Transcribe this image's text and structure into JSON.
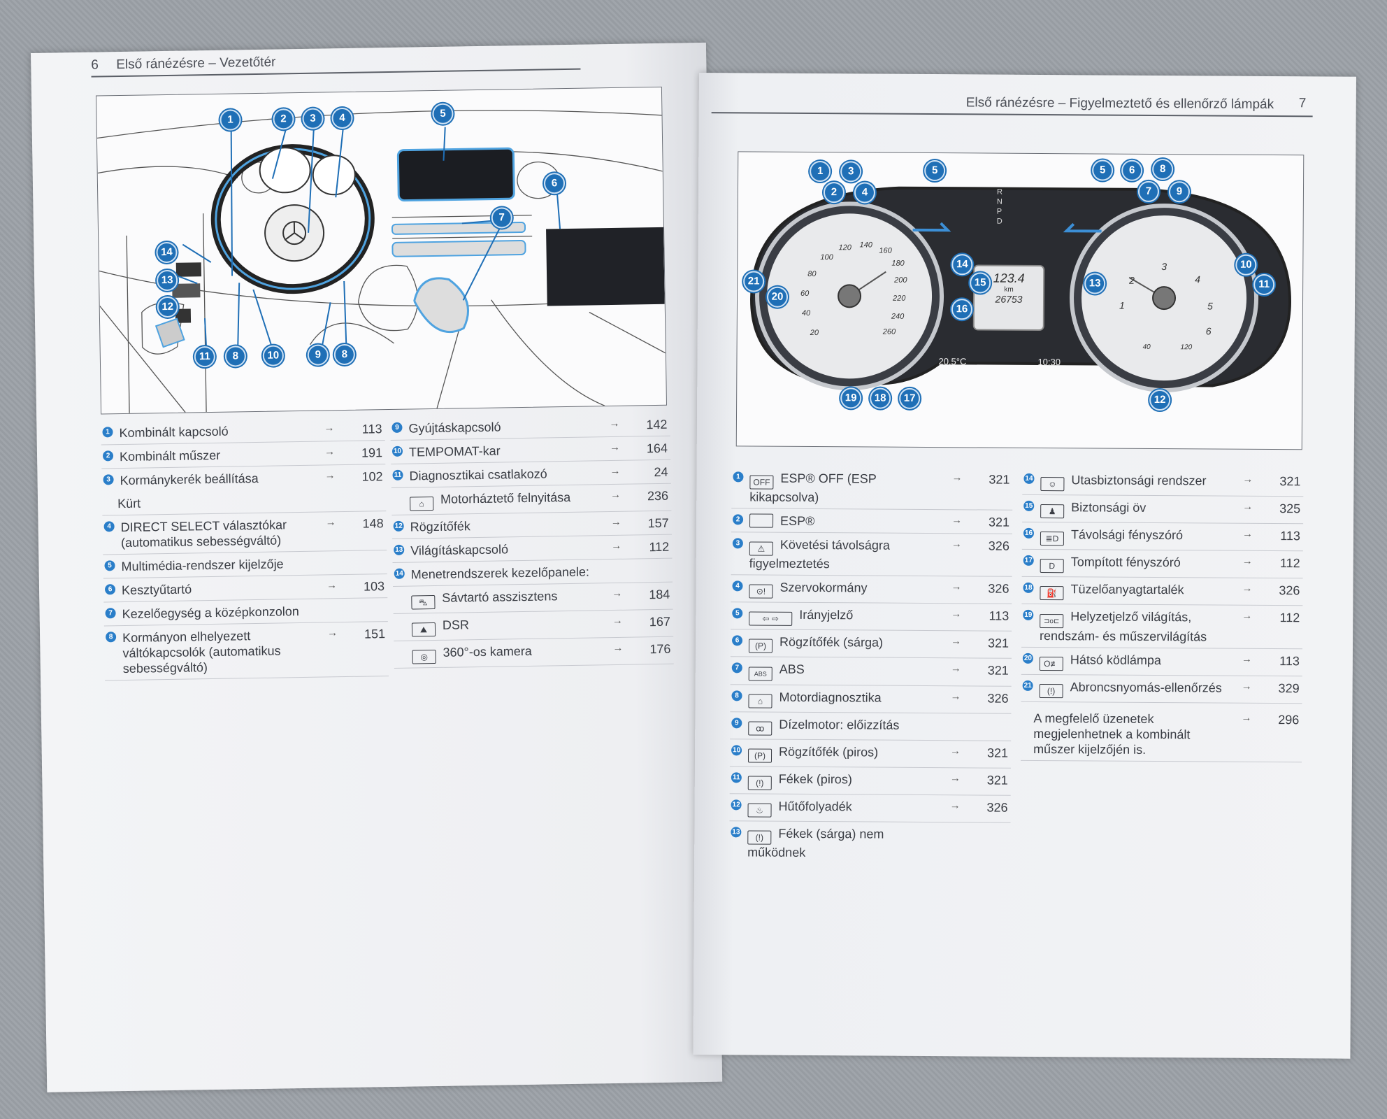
{
  "left_page": {
    "page_number": "6",
    "header_title": "Első ránézésre – Vezetőtér",
    "figure": {
      "callouts": [
        "1",
        "2",
        "3",
        "4",
        "5",
        "6",
        "7",
        "8",
        "9",
        "10",
        "11",
        "12",
        "13",
        "14"
      ]
    },
    "col1": [
      {
        "num": "1",
        "text": "Kombinált kapcsoló",
        "arrow": "→",
        "page": "113"
      },
      {
        "num": "2",
        "text": "Kombinált műszer",
        "arrow": "→",
        "page": "191"
      },
      {
        "num": "3",
        "text": "Kormánykerék beállítása",
        "arrow": "→",
        "page": "102"
      },
      {
        "num": "",
        "text": "Kürt",
        "arrow": "",
        "page": ""
      },
      {
        "num": "4",
        "text": "DIRECT SELECT választókar (automatikus sebességváltó)",
        "arrow": "→",
        "page": "148"
      },
      {
        "num": "5",
        "text": "Multimédia-rendszer kijelzője",
        "arrow": "",
        "page": ""
      },
      {
        "num": "6",
        "text": "Kesztyűtartó",
        "arrow": "→",
        "page": "103"
      },
      {
        "num": "7",
        "text": "Kezelőegység a középkonzolon",
        "arrow": "",
        "page": ""
      },
      {
        "num": "8",
        "text": "Kormányon elhelyezett váltókapcsolók (automatikus sebességváltó)",
        "arrow": "→",
        "page": "151"
      }
    ],
    "col2": [
      {
        "num": "9",
        "text": "Gyújtáskapcsoló",
        "arrow": "→",
        "page": "142",
        "sym": ""
      },
      {
        "num": "10",
        "text": "TEMPOMAT-kar",
        "arrow": "→",
        "page": "164",
        "sym": ""
      },
      {
        "num": "11",
        "text": "Diagnosztikai csatlakozó",
        "arrow": "→",
        "page": "24",
        "sym": ""
      },
      {
        "num": "",
        "text": "Motorháztető felnyitása",
        "arrow": "→",
        "page": "236",
        "sym": "car-hood-icon"
      },
      {
        "num": "12",
        "text": "Rögzítőfék",
        "arrow": "→",
        "page": "157",
        "sym": ""
      },
      {
        "num": "13",
        "text": "Világításkapcsoló",
        "arrow": "→",
        "page": "112",
        "sym": ""
      },
      {
        "num": "14",
        "text": "Menetrendszerek kezelőpanele:",
        "arrow": "",
        "page": "",
        "sym": ""
      },
      {
        "num": "",
        "text": "Sávtartó asszisztens",
        "arrow": "→",
        "page": "184",
        "sym": "lane-assist-icon"
      },
      {
        "num": "",
        "text": "DSR",
        "arrow": "→",
        "page": "167",
        "sym": "dsr-icon"
      },
      {
        "num": "",
        "text": "360°-os kamera",
        "arrow": "→",
        "page": "176",
        "sym": "camera-360-icon"
      }
    ]
  },
  "right_page": {
    "page_number": "7",
    "header_title": "Első ránézésre – Figyelmeztető és ellenőrző lámpák",
    "figure": {
      "display_value": "123.4",
      "display_unit": "km",
      "display_odometer": "26753",
      "temperature": "20.5°C",
      "clock": "10:30",
      "gear_letters": [
        "R",
        "N",
        "P",
        "D"
      ],
      "speed_labels": [
        "20",
        "40",
        "60",
        "80",
        "100",
        "120",
        "140",
        "160",
        "180",
        "200",
        "220",
        "240",
        "260"
      ],
      "rpm_labels": [
        "1",
        "2",
        "3",
        "4",
        "5",
        "6"
      ],
      "temp_labels": [
        "40",
        "120"
      ],
      "callouts": [
        "1",
        "2",
        "3",
        "4",
        "5",
        "5",
        "6",
        "7",
        "8",
        "9",
        "10",
        "11",
        "12",
        "13",
        "14",
        "15",
        "16",
        "17",
        "18",
        "19",
        "20",
        "21"
      ]
    },
    "col1": [
      {
        "num": "1",
        "sym": "esp-off-icon",
        "symtext": "OFF",
        "text": "ESP® OFF (ESP kikapcsolva)",
        "arrow": "→",
        "page": "321"
      },
      {
        "num": "2",
        "sym": "esp-icon",
        "symtext": "",
        "text": "ESP®",
        "arrow": "→",
        "page": "321"
      },
      {
        "num": "3",
        "sym": "distance-warning-icon",
        "symtext": "⚠",
        "text": "Követési távolságra figyelmeztetés",
        "arrow": "→",
        "page": "326"
      },
      {
        "num": "4",
        "sym": "steering-warning-icon",
        "symtext": "⊙!",
        "text": "Szervokormány",
        "arrow": "→",
        "page": "326"
      },
      {
        "num": "5",
        "sym": "turn-signal-icon",
        "symtext": "⇦ ⇨",
        "text": "Irányjelző",
        "arrow": "→",
        "page": "113"
      },
      {
        "num": "6",
        "sym": "parking-brake-yellow-icon",
        "symtext": "(P)",
        "text": "Rögzítőfék (sárga)",
        "arrow": "→",
        "page": "321"
      },
      {
        "num": "7",
        "sym": "abs-icon",
        "symtext": "ABS",
        "text": "ABS",
        "arrow": "→",
        "page": "321"
      },
      {
        "num": "8",
        "sym": "engine-diagnostics-icon",
        "symtext": "⌂",
        "text": "Motordiagnosztika",
        "arrow": "→",
        "page": "326"
      },
      {
        "num": "9",
        "sym": "glow-plug-icon",
        "symtext": "ꝏ",
        "text": "Dízelmotor: előizzítás",
        "arrow": "",
        "page": ""
      },
      {
        "num": "10",
        "sym": "parking-brake-red-icon",
        "symtext": "(P)",
        "text": "Rögzítőfék (piros)",
        "arrow": "→",
        "page": "321"
      },
      {
        "num": "11",
        "sym": "brake-red-icon",
        "symtext": "(!)",
        "text": "Fékek (piros)",
        "arrow": "→",
        "page": "321"
      },
      {
        "num": "12",
        "sym": "coolant-icon",
        "symtext": "♨",
        "text": "Hűtőfolyadék",
        "arrow": "→",
        "page": "326"
      },
      {
        "num": "13",
        "sym": "brake-yellow-icon",
        "symtext": "(!)",
        "text": "Fékek (sárga) nem működnek",
        "arrow": "",
        "page": ""
      }
    ],
    "col2": [
      {
        "num": "14",
        "sym": "airbag-icon",
        "symtext": "☺",
        "text": "Utasbiztonsági rendszer",
        "arrow": "→",
        "page": "321"
      },
      {
        "num": "15",
        "sym": "seatbelt-icon",
        "symtext": "♟",
        "text": "Biztonsági öv",
        "arrow": "→",
        "page": "325"
      },
      {
        "num": "16",
        "sym": "high-beam-icon",
        "symtext": "≣D",
        "text": "Távolsági fényszóró",
        "arrow": "→",
        "page": "113"
      },
      {
        "num": "17",
        "sym": "low-beam-icon",
        "symtext": "D",
        "text": "Tompított fényszóró",
        "arrow": "→",
        "page": "112"
      },
      {
        "num": "18",
        "sym": "fuel-icon",
        "symtext": "⛽",
        "text": "Tüzelőanyagtartalék",
        "arrow": "→",
        "page": "326"
      },
      {
        "num": "19",
        "sym": "position-light-icon",
        "symtext": "⊐o⊏",
        "text": "Helyzetjelző világítás, rendszám- és műszervilágítás",
        "arrow": "→",
        "page": "112"
      },
      {
        "num": "20",
        "sym": "rear-fog-icon",
        "symtext": "O≢",
        "text": "Hátsó ködlámpa",
        "arrow": "→",
        "page": "113"
      },
      {
        "num": "21",
        "sym": "tire-pressure-icon",
        "symtext": "(!)",
        "text": "Abroncsnyomás-ellenőrzés",
        "arrow": "→",
        "page": "329"
      },
      {
        "num": "",
        "sym": "",
        "symtext": "",
        "text": "A megfelelő üzenetek megjelenhetnek a kombinált műszer kijelzőjén is.",
        "arrow": "→",
        "page": "296"
      }
    ]
  },
  "colors": {
    "callout_blue": "#1f6fb6",
    "callout_ring": "#cfe2f4",
    "highlight": "#3c8fd6"
  }
}
